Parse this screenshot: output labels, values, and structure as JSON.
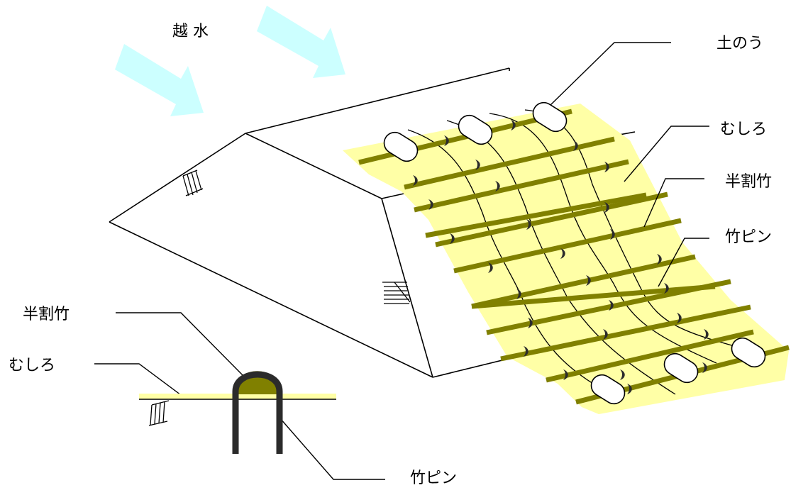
{
  "labels": {
    "overflow": "越 水",
    "sandbag": "土のう",
    "mat": "むしろ",
    "half_bamboo": "半割竹",
    "bamboo_pin": "竹ピン",
    "detail_half_bamboo": "半割竹",
    "detail_mat": "むしろ",
    "detail_bamboo_pin": "竹ピン"
  },
  "colors": {
    "mat": "#ffffa6",
    "bamboo": "#808000",
    "pin": "#2b2b2b",
    "arrow": "#ccffff",
    "line": "#000000"
  }
}
